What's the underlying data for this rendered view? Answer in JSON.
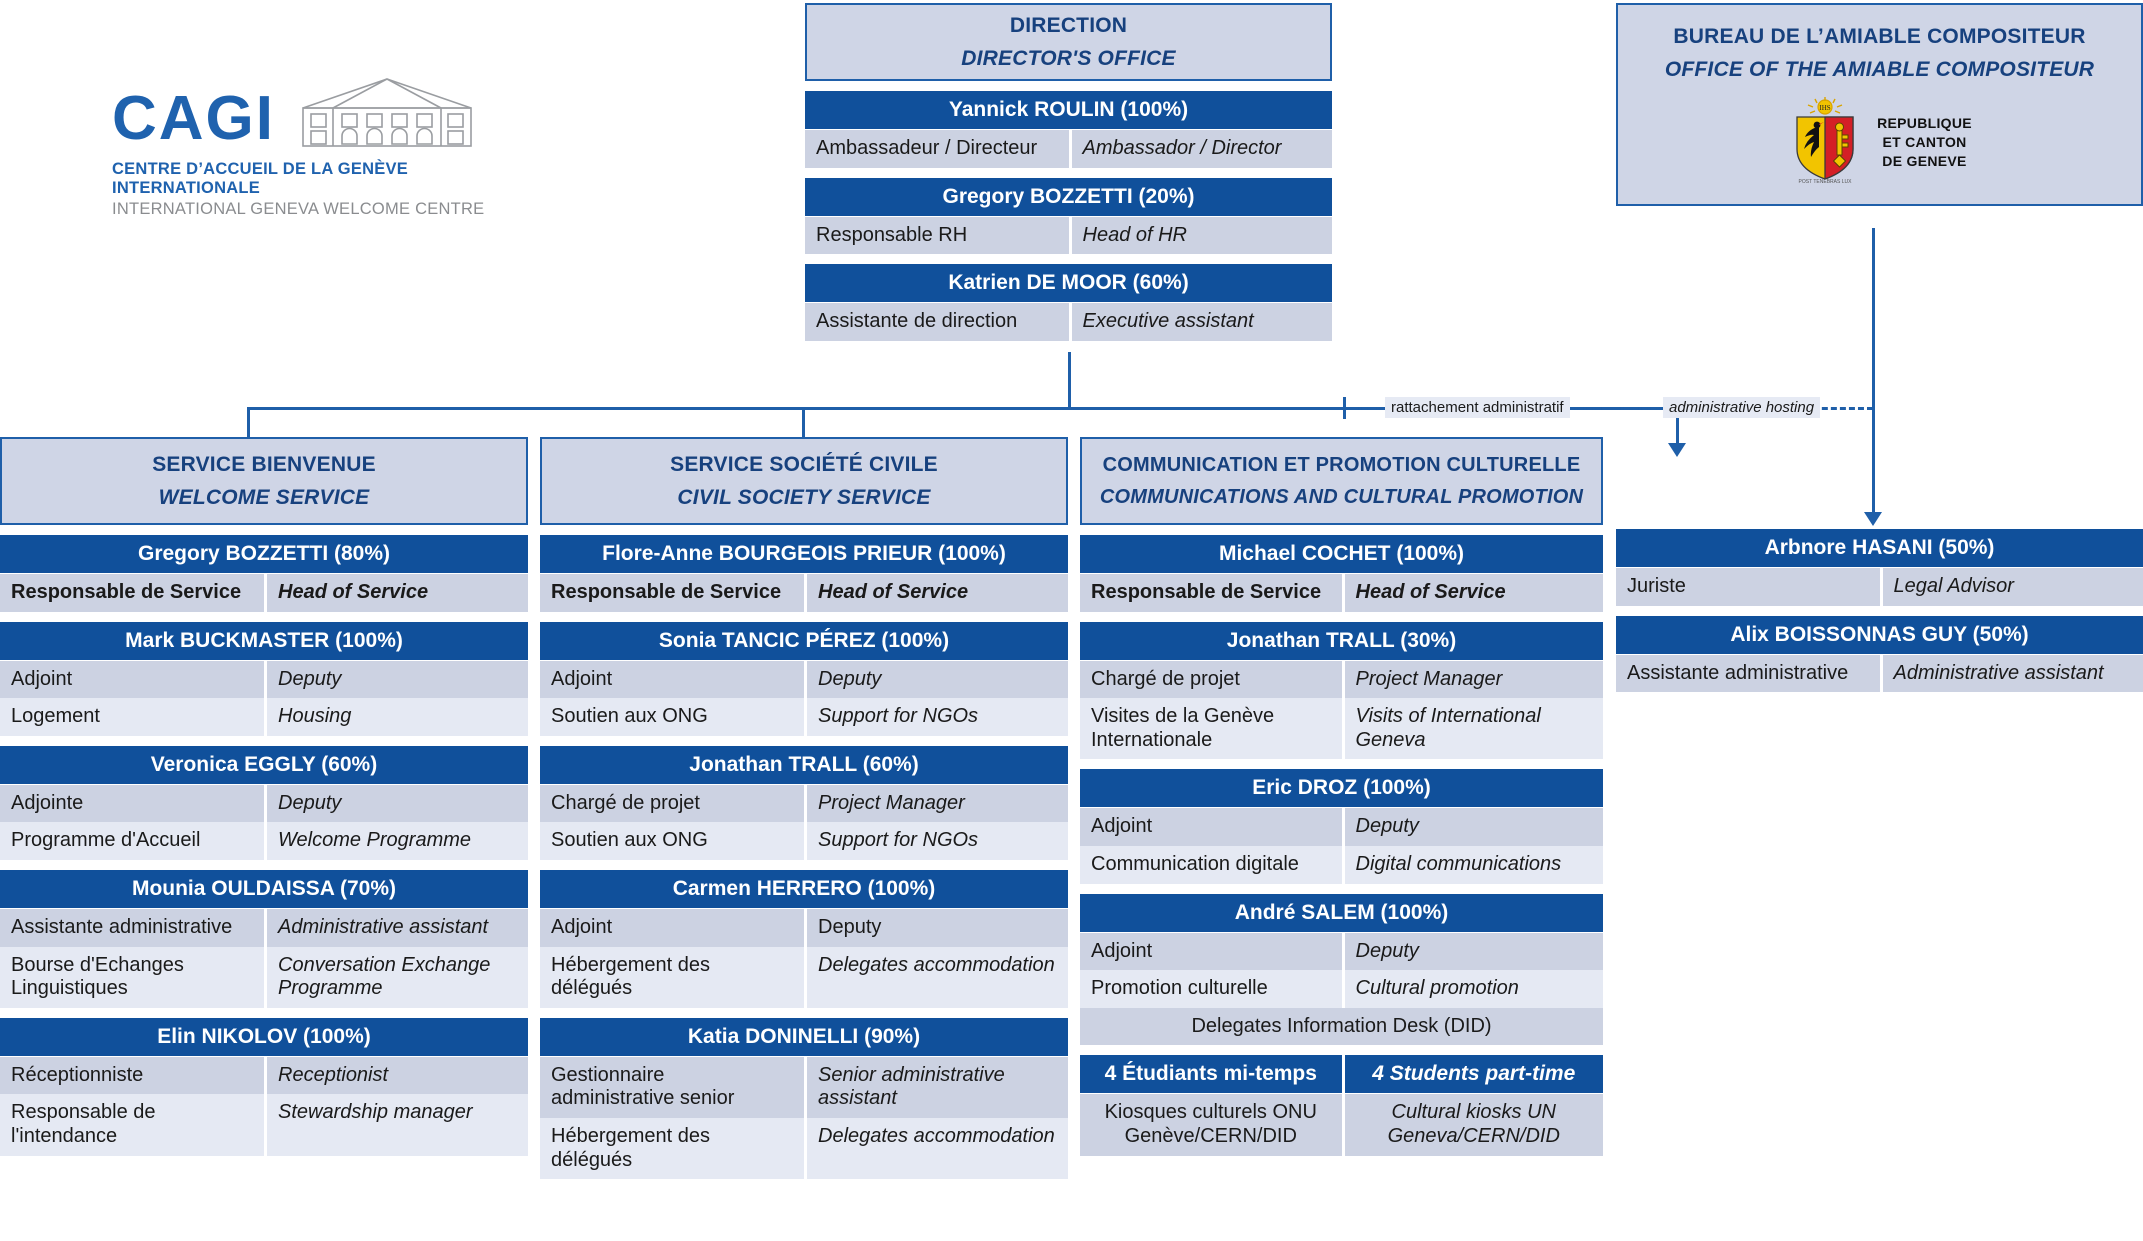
{
  "logo": {
    "acronym": "CAGI",
    "line_fr": "CENTRE D’ACCUEIL DE LA GENÈVE INTERNATIONALE",
    "line_en": "INTERNATIONAL GENEVA WELCOME CENTRE",
    "icon": "classical-building-icon",
    "accent_color": "#1F62AE"
  },
  "colors": {
    "name_bar": "#10509B",
    "header_box_bg": "#CFD5E6",
    "header_border": "#1F5FA9",
    "header_text": "#17417E",
    "row_shade_a": "#CCD2E2",
    "row_shade_b": "#E5E9F3",
    "connector": "#1F5FA9"
  },
  "direction": {
    "header": {
      "fr": "DIRECTION",
      "en": "DIRECTOR'S OFFICE"
    },
    "people": [
      {
        "name": "Yannick ROULIN (100%)",
        "rows": [
          {
            "fr": "Ambassadeur / Directeur",
            "en": "Ambassador / Director"
          }
        ]
      },
      {
        "name": "Gregory BOZZETTI (20%)",
        "rows": [
          {
            "fr": "Responsable  RH",
            "en": "Head of HR"
          }
        ]
      },
      {
        "name": "Katrien DE MOOR (60%)",
        "rows": [
          {
            "fr": "Assistante de direction",
            "en": "Executive assistant"
          }
        ]
      }
    ]
  },
  "bureau": {
    "header": {
      "fr": "BUREAU DE L’AMIABLE  COMPOSITEUR",
      "en": "OFFICE OF THE AMIABLE  COMPOSITEUR"
    },
    "crest": {
      "icon": "geneva-coat-of-arms-icon",
      "line1": "REPUBLIQUE",
      "line2": "ET CANTON",
      "line3": "DE GENEVE",
      "motto": "POST TENEBRAS LUX"
    },
    "people": [
      {
        "name": "Arbnore HASANI (50%)",
        "rows": [
          {
            "fr": "Juriste",
            "en": "Legal Advisor"
          }
        ]
      },
      {
        "name": "Alix BOISSONNAS GUY (50%)",
        "rows": [
          {
            "fr": "Assistante administrative",
            "en": "Administrative assistant"
          }
        ]
      }
    ]
  },
  "connector_labels": {
    "fr": "rattachement administratif",
    "en": "administrative hosting"
  },
  "services": [
    {
      "header": {
        "fr": "SERVICE BIENVENUE",
        "en": "WELCOME  SERVICE"
      },
      "people": [
        {
          "name": "Gregory BOZZETTI (80%)",
          "rows": [
            {
              "fr": "Responsable de Service",
              "en": "Head of Service",
              "bold": true
            }
          ]
        },
        {
          "name": "Mark BUCKMASTER (100%)",
          "rows": [
            {
              "fr": "Adjoint",
              "en": "Deputy"
            },
            {
              "fr": "Logement",
              "en": "Housing"
            }
          ]
        },
        {
          "name": "Veronica EGGLY (60%)",
          "rows": [
            {
              "fr": "Adjointe",
              "en": "Deputy"
            },
            {
              "fr": " Programme d'Accueil",
              "en": "Welcome Programme"
            }
          ]
        },
        {
          "name": "Mounia OULDAISSA (70%)",
          "rows": [
            {
              "fr": "Assistante administrative",
              "en": "Administrative assistant"
            },
            {
              "fr": "Bourse d'Echanges Linguistiques",
              "en": "Conversation Exchange Programme"
            }
          ]
        },
        {
          "name": "Elin NIKOLOV (100%)",
          "rows": [
            {
              "fr": "Réceptionniste",
              "en": "Receptionist"
            },
            {
              "fr": "Responsable  de l'intendance",
              "en": "Stewardship manager"
            }
          ]
        }
      ]
    },
    {
      "header": {
        "fr": "SERVICE SOCIÉTÉ CIVILE",
        "en": "CIVIL SOCIETY SERVICE"
      },
      "people": [
        {
          "name": "Flore-Anne BOURGEOIS PRIEUR (100%)",
          "rows": [
            {
              "fr": "Responsable de Service",
              "en": "Head of Service",
              "bold": true
            }
          ]
        },
        {
          "name": "Sonia TANCIC PÉREZ (100%)",
          "rows": [
            {
              "fr": "Adjoint",
              "en": "Deputy"
            },
            {
              "fr": "Soutien aux ONG",
              "en": "Support for NGOs"
            }
          ]
        },
        {
          "name": "Jonathan TRALL (60%)",
          "rows": [
            {
              "fr": "Chargé de projet",
              "en": "Project Manager"
            },
            {
              "fr": "Soutien aux ONG",
              "en": "Support for NGOs"
            }
          ]
        },
        {
          "name": "Carmen HERRERO (100%)",
          "rows": [
            {
              "fr": "Adjoint",
              "en": "Deputy",
              "en_italic": false
            },
            {
              "fr": "Hébergement des délégués",
              "en": "Delegates accommodation"
            }
          ]
        },
        {
          "name": "Katia DONINELLI (90%)",
          "rows": [
            {
              "fr": "Gestionnaire administrative senior",
              "en": "Senior administrative assistant"
            },
            {
              "fr": "Hébergement des délégués",
              "en": "Delegates accommodation"
            }
          ]
        }
      ]
    },
    {
      "header": {
        "fr": "COMMUNICATION ET PROMOTION CULTURELLE",
        "en": "COMMUNICATIONS AND CULTURAL PROMOTION"
      },
      "people": [
        {
          "name": "Michael COCHET (100%)",
          "rows": [
            {
              "fr": "Responsable de Service",
              "en": "Head of Service",
              "bold": true
            }
          ]
        },
        {
          "name": "Jonathan TRALL (30%)",
          "rows": [
            {
              "fr": "Chargé de projet",
              "en": "Project Manager"
            },
            {
              "fr": "Visites de la Genève Internationale",
              "en": "Visits of International Geneva"
            }
          ]
        },
        {
          "name": "Eric DROZ (100%)",
          "rows": [
            {
              "fr": "Adjoint",
              "en": "Deputy"
            },
            {
              "fr": "Communication digitale",
              "en": "Digital communications"
            }
          ]
        },
        {
          "name": "André SALEM (100%)",
          "rows": [
            {
              "fr": "Adjoint",
              "en": "Deputy"
            },
            {
              "fr": "Promotion culturelle",
              "en": "Cultural promotion"
            },
            {
              "full": "Delegates Information Desk (DID)"
            }
          ]
        },
        {
          "name_fr": "4 Étudiants mi-temps",
          "name_en": "4 Students part-time",
          "split": true,
          "rows": [
            {
              "fr": "Kiosques culturels ONU Genève/CERN/DID",
              "en": "Cultural kiosks UN Geneva/CERN/DID",
              "center": true
            }
          ]
        }
      ]
    }
  ]
}
